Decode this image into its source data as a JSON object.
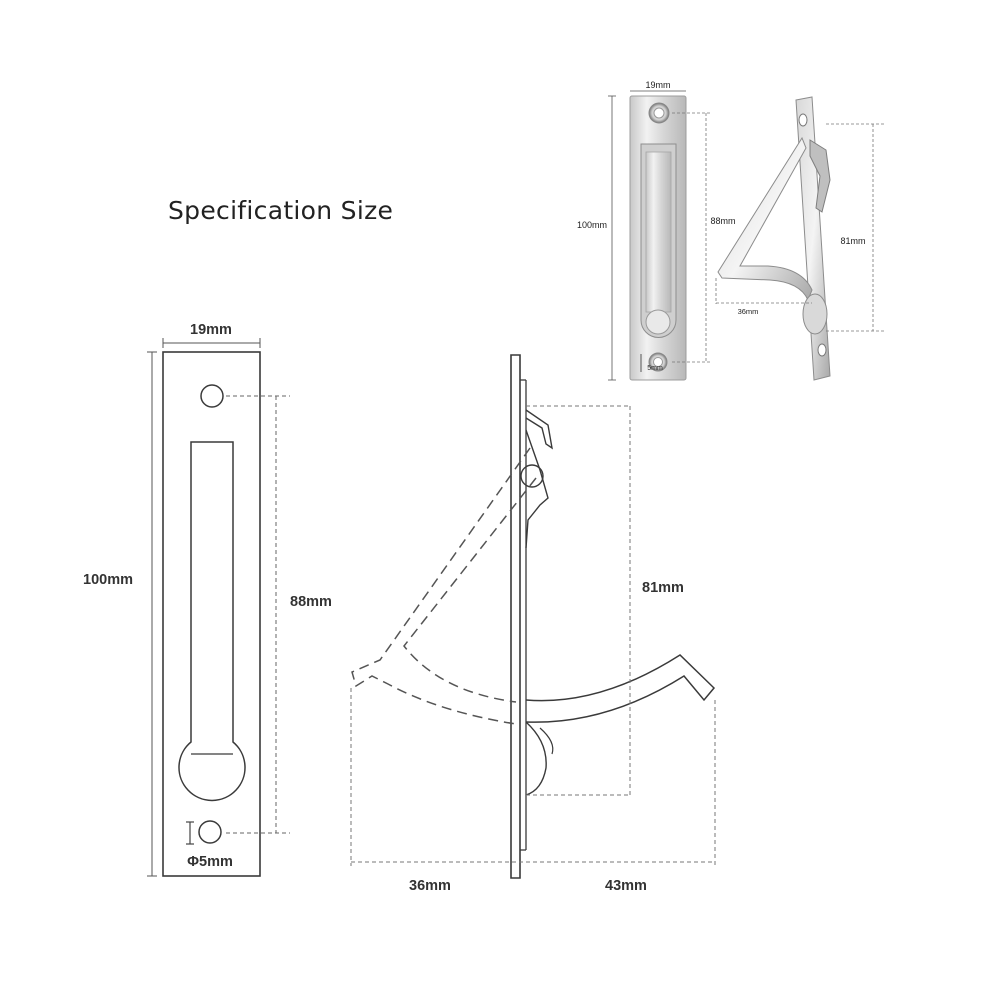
{
  "title": "Specification Size",
  "front": {
    "width_label": "19mm",
    "height_label": "100mm",
    "hole_span_label": "88mm",
    "hole_dia_label": "Φ5mm"
  },
  "side": {
    "height_label": "81mm",
    "left_label": "36mm",
    "right_label": "43mm"
  },
  "photo": {
    "width_label": "19mm",
    "height_label": "100mm",
    "hole_span_label": "88mm",
    "side_height_label": "81mm",
    "side_left_label": "36mm",
    "hole_dia_label": "5mm"
  },
  "colors": {
    "line": "#3a3a3a",
    "dim": "#888888",
    "steel_light": "#e6e6e6",
    "steel_dark": "#9a9a9a"
  }
}
